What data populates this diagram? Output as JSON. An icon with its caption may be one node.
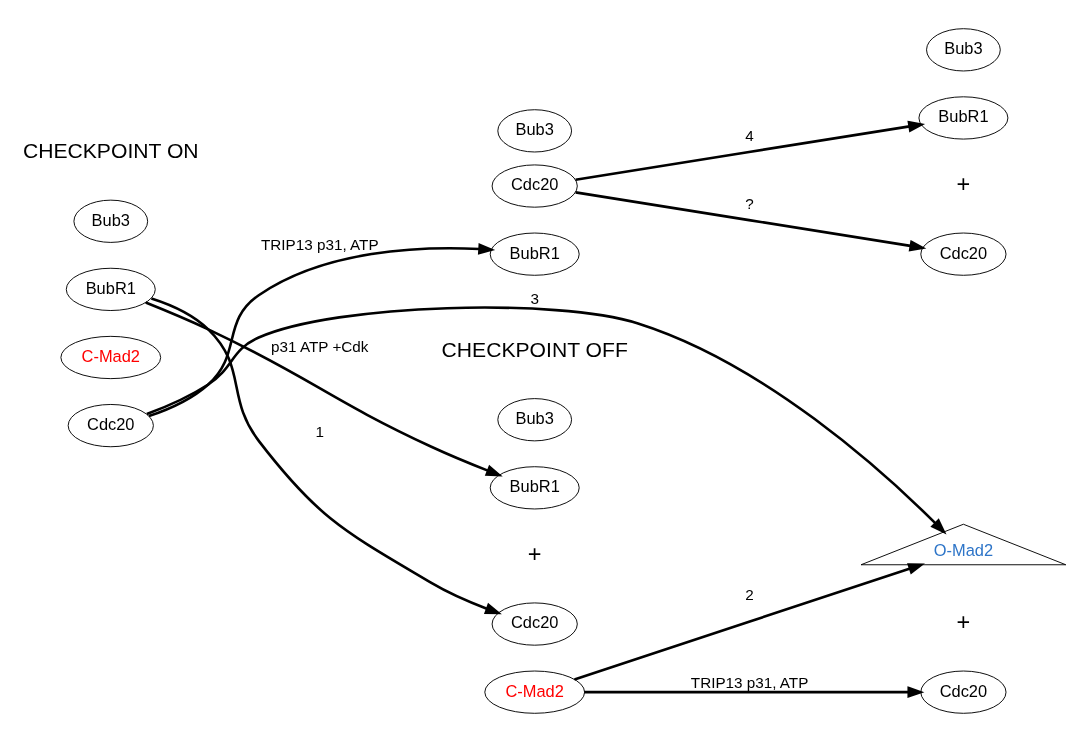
{
  "diagram": {
    "nodes": [
      {
        "text": [
          "Bub3"
        ]
      },
      {
        "text": [
          "BubR1"
        ]
      },
      {
        "text": [
          "C-Mad2"
        ]
      },
      {
        "text": [
          "Cdc20"
        ]
      },
      {
        "text": [
          "Bub3"
        ]
      },
      {
        "text": [
          "BubR1"
        ]
      },
      {
        "text": [
          "Cdc20"
        ]
      },
      {
        "text": [
          "C-Mad2"
        ]
      },
      {
        "text": [
          "Bub3"
        ]
      },
      {
        "text": [
          "BubR1"
        ]
      },
      {
        "text": [
          "Cdc20"
        ]
      },
      {
        "text": [
          "O-Mad2"
        ]
      },
      {
        "text": [
          "Cdc20"
        ]
      },
      {
        "text": [
          "Bub3"
        ]
      },
      {
        "text": [
          "BubR1"
        ]
      },
      {
        "text": [
          "Cdc20"
        ]
      }
    ],
    "edges": [
      {
        "from": 1,
        "to": 5,
        "arrow": "to",
        "label": "p31 ATP +Cdk"
      },
      {
        "from": 1,
        "to": 6,
        "arrow": "to",
        "label": "1"
      },
      {
        "from": 7,
        "to": 11,
        "arrow": "to",
        "label": "2"
      },
      {
        "from": 7,
        "to": 12,
        "arrow": "to",
        "label": "TRIP13 p31, ATP"
      },
      {
        "from": 3,
        "to": 11,
        "arrow": "to",
        "label": "3"
      },
      {
        "from": 3,
        "to": 9,
        "arrow": "to",
        "label": "TRIP13 p31, ATP"
      },
      {
        "from": 10,
        "to": 14,
        "arrow": "to",
        "label": "4"
      },
      {
        "from": 10,
        "to": 15,
        "arrow": "to",
        "label": "?"
      }
    ],
    "labels": [
      "CHECKPOINT ON",
      "CHECKPOINT OFF",
      "+",
      "+",
      "+"
    ]
  }
}
